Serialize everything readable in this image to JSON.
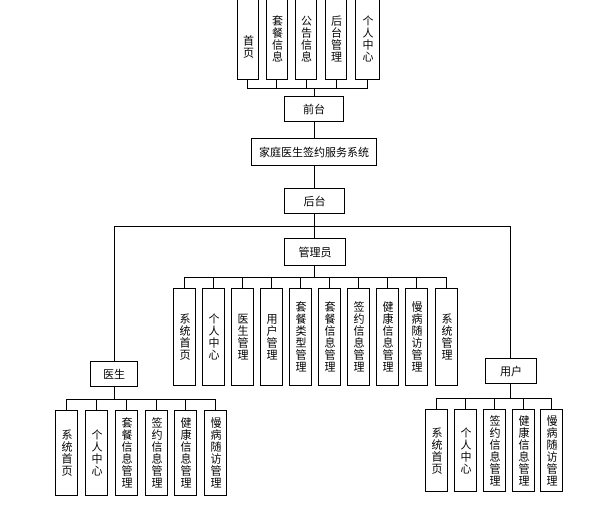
{
  "nodes": {
    "frontend": "前台",
    "system": "家庭医生签约服务系统",
    "backend": "后台",
    "admin": "管理员",
    "doctor": "医生",
    "user": "用户"
  },
  "frontend_items": [
    "首页",
    "套餐信息",
    "公告信息",
    "后台管理",
    "个人中心"
  ],
  "admin_items": [
    "系统首页",
    "个人中心",
    "医生管理",
    "用户管理",
    "套餐类型管理",
    "套餐信息管理",
    "签约信息管理",
    "健康信息管理",
    "慢病随访管理",
    "系统管理"
  ],
  "doctor_items": [
    "系统首页",
    "个人中心",
    "套餐信息管理",
    "签约信息管理",
    "健康信息管理",
    "慢病随访管理"
  ],
  "user_items": [
    "系统首页",
    "个人中心",
    "签约信息管理",
    "健康信息管理",
    "慢病随访管理"
  ],
  "colors": {
    "line": "#000000",
    "box_bg": "#ffffff"
  }
}
